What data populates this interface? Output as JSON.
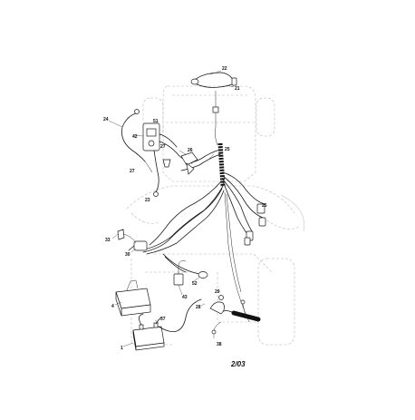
{
  "diagram": {
    "date_code": "2/03",
    "callouts": [
      {
        "id": "22"
      },
      {
        "id": "21"
      },
      {
        "id": "24"
      },
      {
        "id": "51"
      },
      {
        "id": "42"
      },
      {
        "id": "27"
      },
      {
        "id": "26"
      },
      {
        "id": "25"
      },
      {
        "id": "23"
      },
      {
        "id": "33"
      },
      {
        "id": "30"
      },
      {
        "id": "52"
      },
      {
        "id": "43"
      },
      {
        "id": "4"
      },
      {
        "id": "29"
      },
      {
        "id": "28"
      },
      {
        "id": "37"
      },
      {
        "id": "1"
      },
      {
        "id": "38"
      }
    ]
  }
}
